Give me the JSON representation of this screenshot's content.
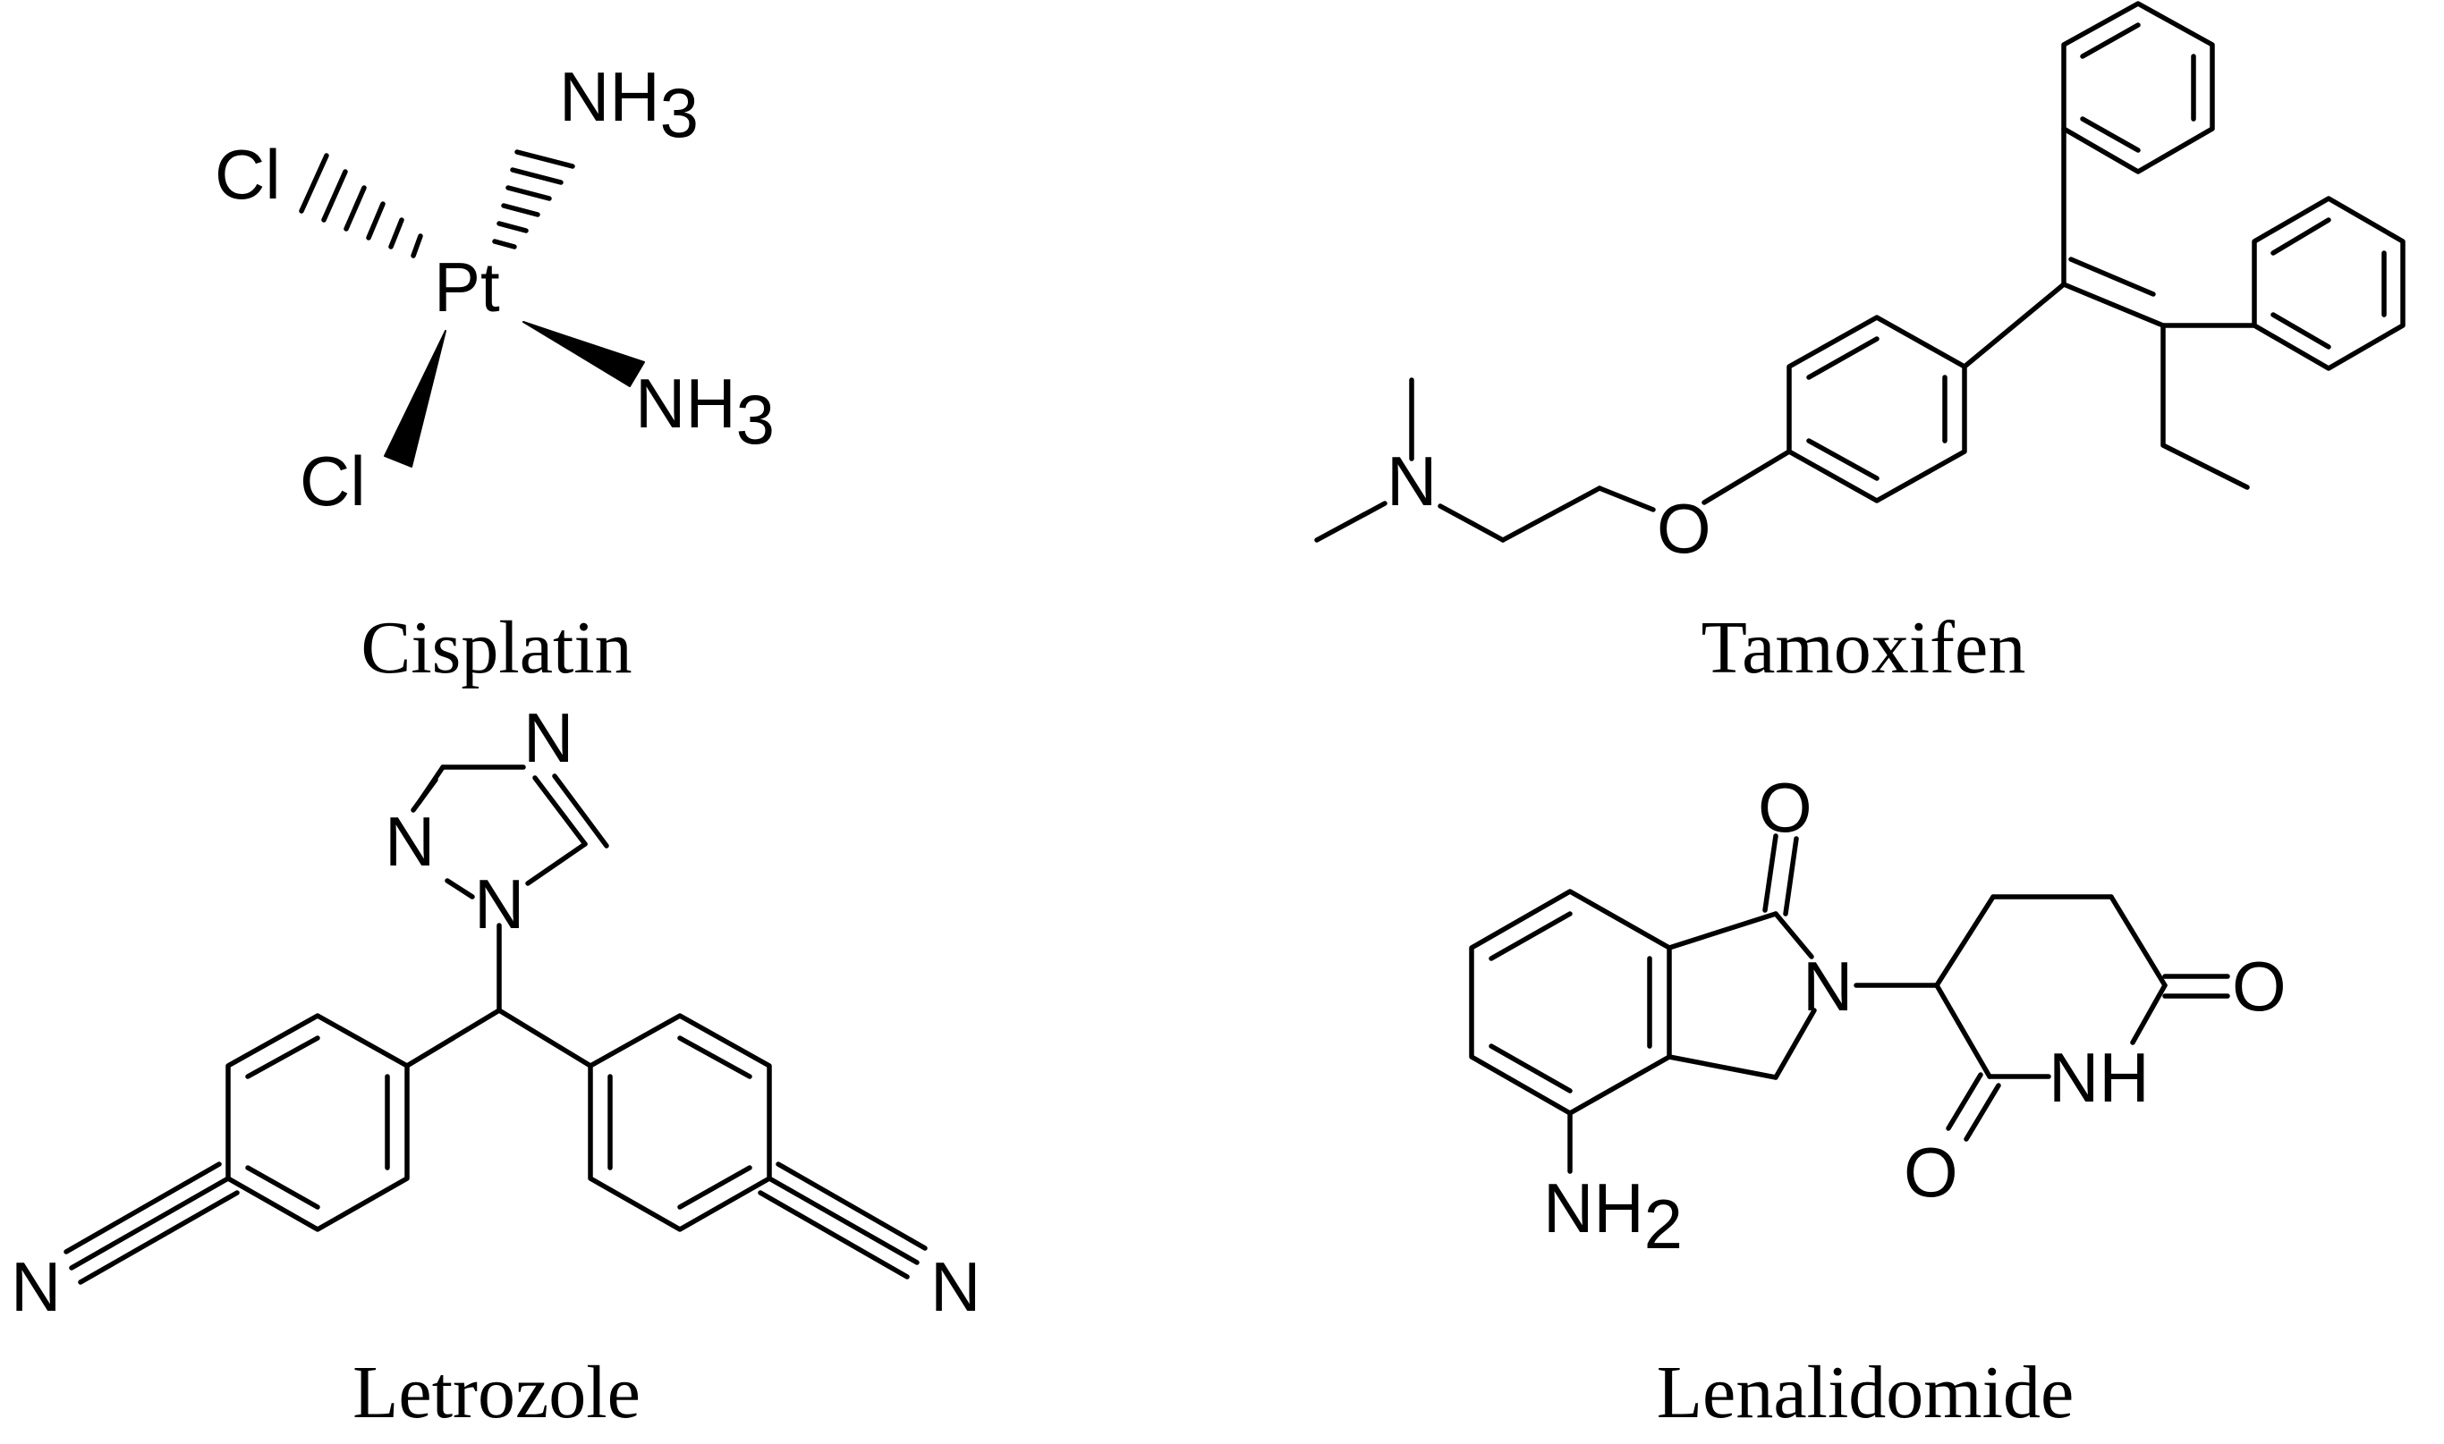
{
  "molecules": [
    {
      "name": "Cisplatin",
      "atoms": {
        "nh3_a": "NH",
        "nh3_a_sub": "3",
        "cl_a": "Cl",
        "pt": "Pt",
        "nh3_b": "NH",
        "nh3_b_sub": "3",
        "cl_b": "Cl"
      }
    },
    {
      "name": "Tamoxifen",
      "atoms": {
        "n": "N",
        "o": "O"
      }
    },
    {
      "name": "Letrozole",
      "atoms": {
        "tri_n_top": "N",
        "tri_n_left": "N",
        "tri_n_bottom": "N",
        "cn_left": "N",
        "cn_right": "N"
      }
    },
    {
      "name": "Lenalidomide",
      "atoms": {
        "o_top": "O",
        "n_ring": "N",
        "o_right": "O",
        "nh": "NH",
        "o_bottom": "O",
        "nh2": "NH",
        "nh2_sub": "2"
      }
    }
  ]
}
